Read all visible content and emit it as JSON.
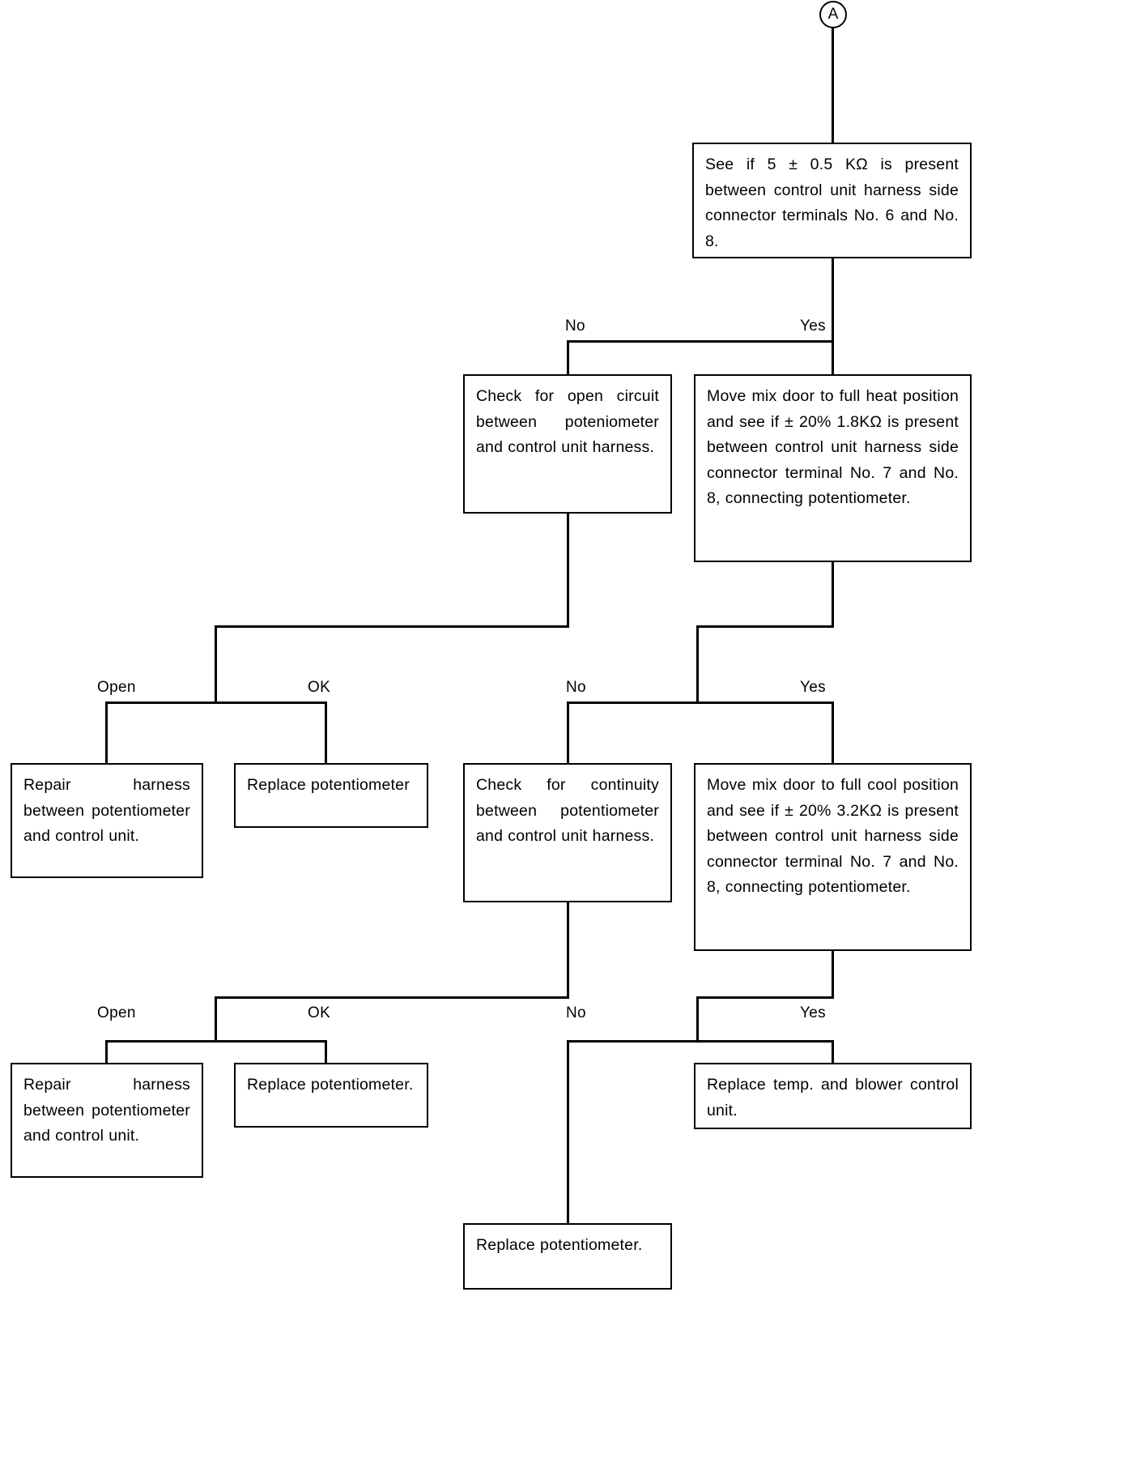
{
  "diagram": {
    "type": "troubleshooting-flowchart",
    "entry_connector": {
      "label": "A"
    },
    "nodes": [
      {
        "id": "check-5k",
        "text": "See if 5 ± 0.5 KΩ is present between control unit harness side connector terminals No. 6 and No. 8."
      },
      {
        "id": "check-open-circuit",
        "text": "Check for open circuit between poteniometer and control unit harness."
      },
      {
        "id": "full-heat",
        "text": "Move mix door to full heat position and see if ± 20% 1.8KΩ is present between control unit harness side connector terminal No. 7 and No. 8, connecting potentiometer."
      },
      {
        "id": "repair-harness-1",
        "text": "Repair harness between poten­tiometer and control unit."
      },
      {
        "id": "replace-pot-1",
        "text": "Replace potentiometer"
      },
      {
        "id": "check-continuity",
        "text": "Check for continuity between potentiometer and control unit harness."
      },
      {
        "id": "full-cool",
        "text": "Move mix door to full cool position and see if ± 20% 3.2KΩ is present between control unit harness side connector terminal No. 7 and No. 8, connecting potentiometer."
      },
      {
        "id": "repair-harness-2",
        "text": "Repair harness between poten­tiometer and control unit."
      },
      {
        "id": "replace-pot-2",
        "text": "Replace potentiometer."
      },
      {
        "id": "replace-temp-blower",
        "text": "Replace temp. and blower control unit."
      },
      {
        "id": "replace-pot-3",
        "text": "Replace potentiometer."
      }
    ],
    "branch_labels": {
      "row1_no": "No",
      "row1_yes": "Yes",
      "row2_open": "Open",
      "row2_ok": "OK",
      "row2_no": "No",
      "row2_yes": "Yes",
      "row3_open": "Open",
      "row3_ok": "OK",
      "row3_no": "No",
      "row3_yes": "Yes"
    },
    "colors": {
      "ink": "#000000",
      "paper": "#ffffff"
    }
  }
}
